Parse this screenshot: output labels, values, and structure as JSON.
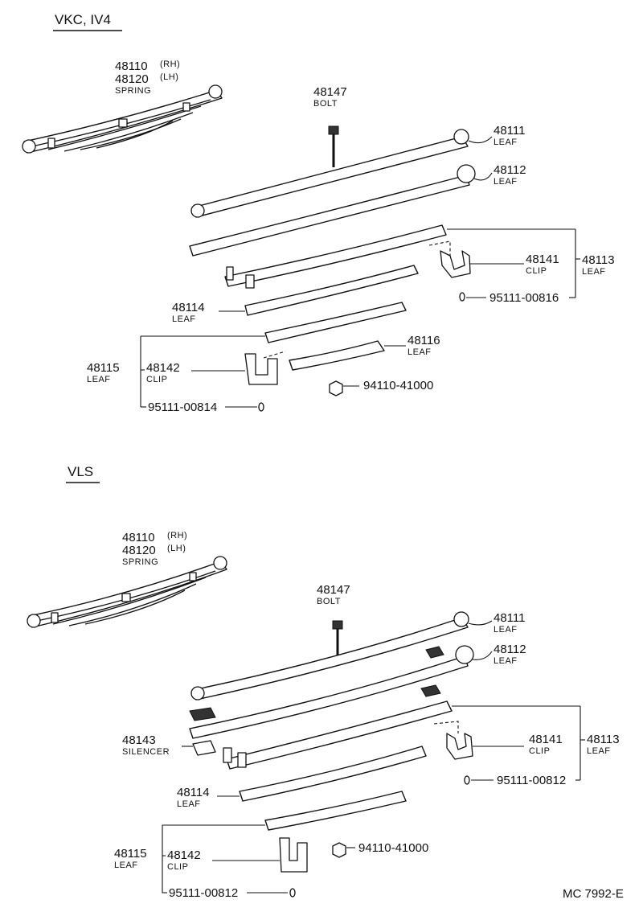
{
  "sections": {
    "upper": {
      "title": "VKC, IV4",
      "spring": {
        "pn_rh": "48110",
        "rh": "(RH)",
        "pn_lh": "48120",
        "lh": "(LH)",
        "name": "SPRING"
      },
      "bolt": {
        "pn": "48147",
        "name": "BOLT"
      },
      "leaf_48111": {
        "pn": "48111",
        "name": "LEAF"
      },
      "leaf_48112": {
        "pn": "48112",
        "name": "LEAF"
      },
      "clip_48141": {
        "pn": "48141",
        "name": "CLIP"
      },
      "leaf_48113": {
        "pn": "48113",
        "name": "LEAF"
      },
      "rivet_95111_00816": {
        "pn": "95111-00816"
      },
      "leaf_48114": {
        "pn": "48114",
        "name": "LEAF"
      },
      "leaf_48116": {
        "pn": "48116",
        "name": "LEAF"
      },
      "leaf_48115": {
        "pn": "48115",
        "name": "LEAF"
      },
      "clip_48142": {
        "pn": "48142",
        "name": "CLIP"
      },
      "nut_94110_41000": {
        "pn": "94110-41000"
      },
      "rivet_95111_00814": {
        "pn": "95111-00814"
      }
    },
    "lower": {
      "title": "VLS",
      "spring": {
        "pn_rh": "48110",
        "rh": "(RH)",
        "pn_lh": "48120",
        "lh": "(LH)",
        "name": "SPRING"
      },
      "bolt": {
        "pn": "48147",
        "name": "BOLT"
      },
      "leaf_48111": {
        "pn": "48111",
        "name": "LEAF"
      },
      "leaf_48112": {
        "pn": "48112",
        "name": "LEAF"
      },
      "silencer_48143": {
        "pn": "48143",
        "name": "SILENCER"
      },
      "clip_48141": {
        "pn": "48141",
        "name": "CLIP"
      },
      "leaf_48113": {
        "pn": "48113",
        "name": "LEAF"
      },
      "rivet_95111_00812_a": {
        "pn": "95111-00812"
      },
      "leaf_48114": {
        "pn": "48114",
        "name": "LEAF"
      },
      "leaf_48115": {
        "pn": "48115",
        "name": "LEAF"
      },
      "clip_48142": {
        "pn": "48142",
        "name": "CLIP"
      },
      "nut_94110_41000": {
        "pn": "94110-41000"
      },
      "rivet_95111_00812_b": {
        "pn": "95111-00812"
      }
    }
  },
  "footer": {
    "code": "MC  7992-E"
  }
}
